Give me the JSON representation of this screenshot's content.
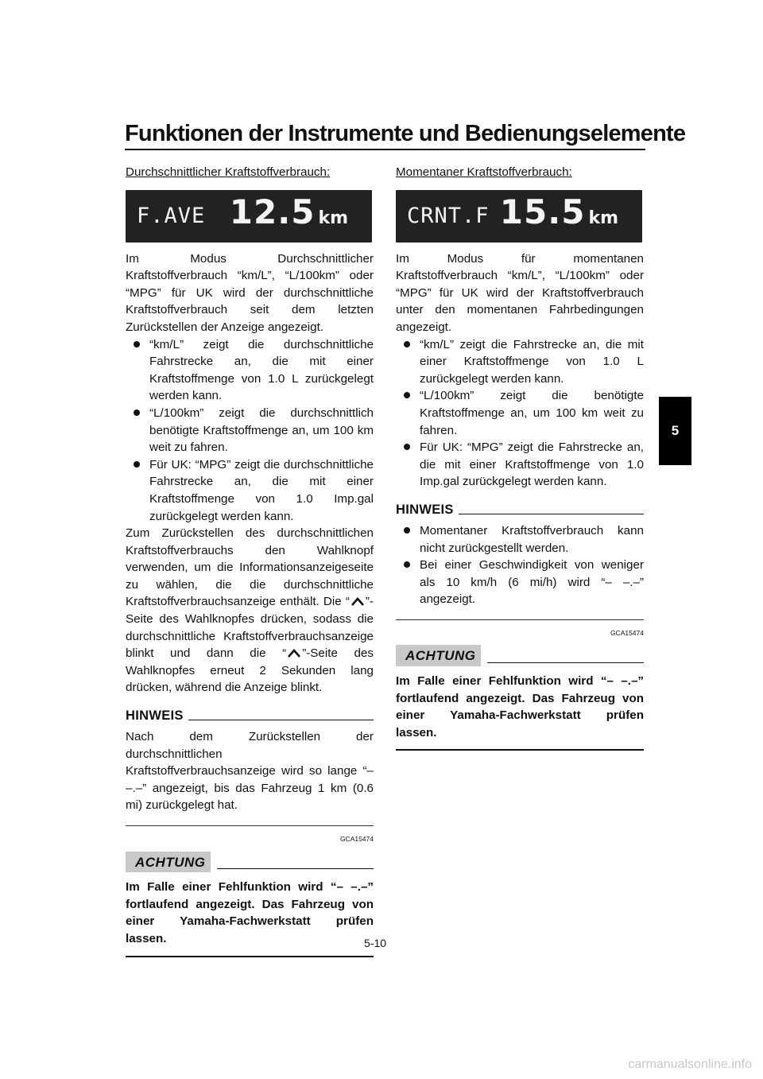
{
  "page": {
    "title": "Funktionen der Instrumente und Bedienungselemente",
    "chapter_tab": "5",
    "page_number": "5-10",
    "watermark": "carmanualsonline.info"
  },
  "left": {
    "heading": "Durchschnittlicher Kraftstoffverbrauch:",
    "display": {
      "mode": "F.AVE",
      "value": "12.5",
      "unit": "km"
    },
    "intro": "Im Modus Durchschnittlicher Kraftstoffverbrauch “km/L”, “L/100km” oder “MPG” für UK wird der durchschnittliche Kraftstoffverbrauch seit dem letzten Zurückstellen der Anzeige angezeigt.",
    "bullets": [
      "“km/L” zeigt die durchschnittliche Fahrstrecke an, die mit einer Kraftstoffmenge von 1.0 L zurückgelegt werden kann.",
      "“L/100km” zeigt die durchschnittlich benötigte Kraftstoffmenge an, um 100 km weit zu fahren.",
      "Für UK: “MPG” zeigt die durchschnittliche Fahrstrecke an, die mit einer Kraftstoffmenge von 1.0 Imp.gal zurückgelegt werden kann."
    ],
    "reset_1": "Zum Zurückstellen des durchschnittlichen Kraftstoffverbrauchs den Wahlknopf verwenden, um die Informationsanzeigeseite zu wählen, die die durchschnittliche Kraftstoffverbrauchsanzeige enthält. Die “",
    "reset_2": "”-Seite des Wahlknopfes drücken, sodass die durchschnittliche Kraftstoffverbrauchsanzeige blinkt und dann die “",
    "reset_3": "”-Seite des Wahlknopfes erneut 2 Sekunden lang drücken, während die Anzeige blinkt.",
    "note_label": "HINWEIS",
    "note_text": "Nach dem Zurückstellen der durchschnittlichen Kraftstoffverbrauchsanzeige wird so lange “– –.–” angezeigt, bis das Fahrzeug 1 km (0.6 mi) zurückgelegt hat.",
    "code": "GCA15474",
    "warning_label": "ACHTUNG",
    "warning_text": "Im Falle einer Fehlfunktion wird “– –.–” fortlaufend angezeigt. Das Fahrzeug von einer Yamaha-Fachwerkstatt prüfen lassen."
  },
  "right": {
    "heading": "Momentaner Kraftstoffverbrauch:",
    "display": {
      "mode": "CRNT.F",
      "value": "15.5",
      "unit": "km"
    },
    "intro": "Im Modus für momentanen Kraftstoffverbrauch “km/L”, “L/100km” oder “MPG” für UK wird der Kraftstoffverbrauch unter den momentanen Fahrbedingungen angezeigt.",
    "bullets": [
      "“km/L” zeigt die Fahrstrecke an, die mit einer Kraftstoffmenge von 1.0 L zurückgelegt werden kann.",
      "“L/100km” zeigt die benötigte Kraftstoffmenge an, um 100 km weit zu fahren.",
      "Für UK: “MPG” zeigt die Fahrstrecke an, die mit einer Kraftstoffmenge von 1.0 Imp.gal zurückgelegt werden kann."
    ],
    "note_label": "HINWEIS",
    "note_bullets": [
      "Momentaner Kraftstoffverbrauch kann nicht zurückgestellt werden.",
      "Bei einer Geschwindigkeit von weniger als 10 km/h (6 mi/h) wird “– –.–” angezeigt."
    ],
    "code": "GCA15474",
    "warning_label": "ACHTUNG",
    "warning_text": "Im Falle einer Fehlfunktion wird “– –.–” fortlaufend angezeigt. Das Fahrzeug von einer Yamaha-Fachwerkstatt prüfen lassen."
  }
}
